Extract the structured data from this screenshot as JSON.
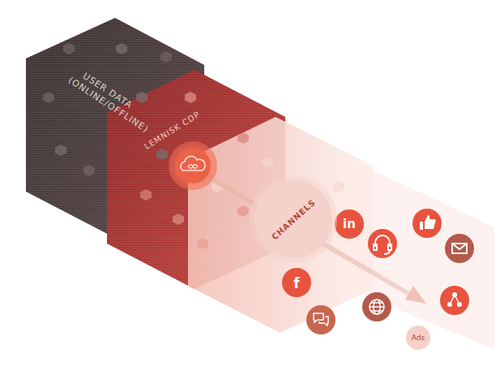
{
  "diagram": {
    "nodes": [
      {
        "text": [
          "USER DATA (ONLINE/OFFLINE)"
        ]
      },
      {
        "text": [
          "LEMNISK CDP"
        ]
      },
      {
        "text": [
          "CHANNELS"
        ]
      }
    ],
    "labels": [
      "in",
      "f",
      "Ads"
    ]
  }
}
